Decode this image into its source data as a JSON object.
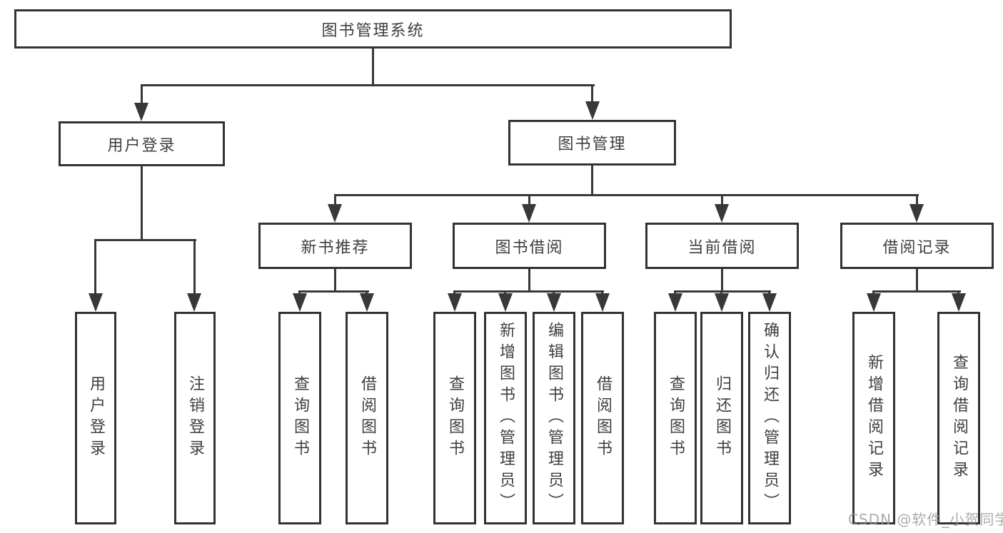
{
  "tree": {
    "root": "图书管理系统",
    "branches": [
      {
        "label": "用户登录",
        "children": [
          "用户登录",
          "注销登录"
        ]
      },
      {
        "label": "图书管理",
        "modules": [
          {
            "label": "新书推荐",
            "children": [
              "查询图书",
              "借阅图书"
            ]
          },
          {
            "label": "图书借阅",
            "children": [
              "查询图书",
              "新增图书（管理员）",
              "编辑图书（管理员）",
              "借阅图书"
            ]
          },
          {
            "label": "当前借阅",
            "children": [
              "查询图书",
              "归还图书",
              "确认归还（管理员）"
            ]
          },
          {
            "label": "借阅记录",
            "children": [
              "新增借阅记录",
              "查询借阅记录"
            ]
          }
        ]
      }
    ]
  },
  "watermark": "CSDN @软件_小贺同学",
  "colors": {
    "line": "#383838",
    "border": "#333333",
    "text": "#3f3f3f",
    "watermark": "#9a9499",
    "bg": "#ffffff"
  }
}
